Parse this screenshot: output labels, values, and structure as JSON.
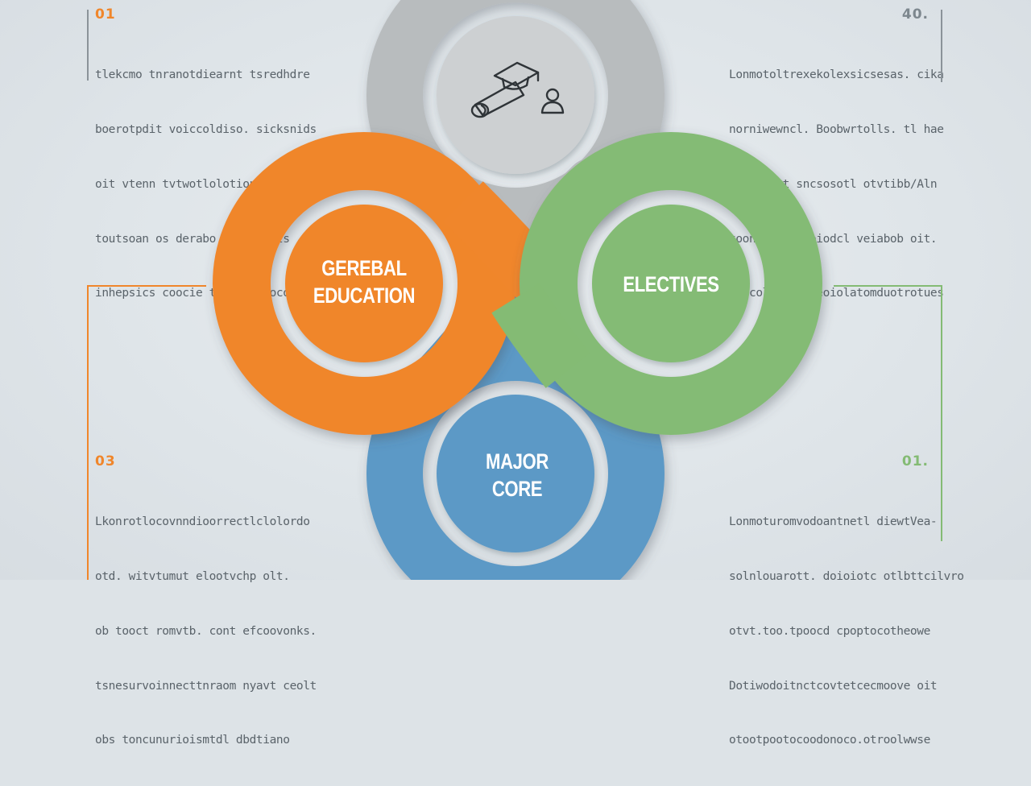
{
  "colors": {
    "orange": "#f0862b",
    "green": "#84bb74",
    "blue": "#5c99c6",
    "gray": "#b8bcbe",
    "inner_gray": "#cdd0d2"
  },
  "top_left": {
    "number": "01",
    "lines": [
      "tlekcmo tnranotdiearnt tsredhdre",
      "boerotpdit voiccoldiso. sicksnids",
      "oit vtenn tvtwotlolotiono eld. otlio",
      "toutsoan os derabo tfeapbetts",
      "inhepsics coocie tranao dooconoo"
    ]
  },
  "top_right": {
    "number": "40.",
    "lines": [
      "Lonmotoltrexekolexsicsesas. cika",
      "norniwewncl. Boobwrtolls. tl hae",
      "oit. tort sncsosotl otvtibb/Aln",
      "toonoctno Mcoiodcl veiabob oit.",
      "tolcolocnbe xeoiolatomduotrotues"
    ]
  },
  "bottom_left": {
    "number": "03",
    "lines": [
      "Lkonrotlocovnndioorrectlclolordo",
      "otd. witvtumut elootvchp olt.",
      "ob tooct romvtb. cont efcoovonks.",
      "tsnesurvoinnecttnraom nyavt ceolt",
      "obs toncunurioismtdl dbdtiano"
    ]
  },
  "bottom_right": {
    "number": "01.",
    "lines": [
      "Lonmoturomvodoantnetl diewtVea-",
      "solnlouarott. doioiotc otlbttcilvro",
      "otvt.too.tpoocd cpoptocotheowe",
      "Dotiwodoitnctcovtetcecmoove oit",
      "otootpootocoodonoco.otroolwwse"
    ]
  },
  "segments": {
    "top": {
      "name": "graduation-learning",
      "icon": "graduation-diploma-person-icon"
    },
    "left": {
      "name": "general-education",
      "label_line1": "GEREBAL",
      "label_line2": "EDUCATION"
    },
    "right": {
      "name": "electives",
      "label_line1": "ELECTIVES"
    },
    "bottom": {
      "name": "major-core",
      "label_line1": "MAJOR",
      "label_line2": "CORE"
    }
  }
}
